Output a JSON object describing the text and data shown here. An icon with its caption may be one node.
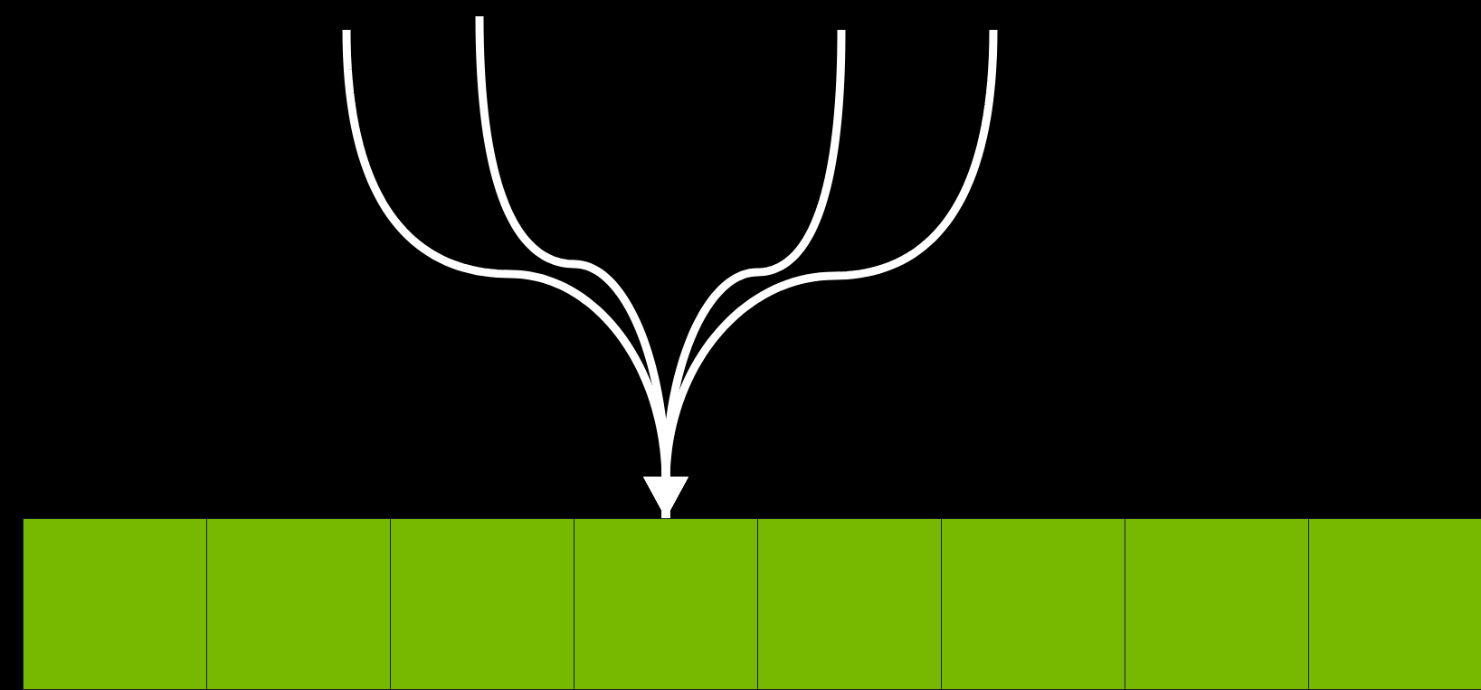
{
  "diagram": {
    "nodes": [
      {
        "text": [],
        "shape": "box"
      },
      {
        "text": [],
        "shape": "box"
      },
      {
        "text": [],
        "shape": "box"
      },
      {
        "text": [],
        "shape": "box"
      },
      {
        "text": [],
        "shape": "box"
      },
      {
        "text": [],
        "shape": "box"
      },
      {
        "text": [],
        "shape": "box"
      },
      {
        "text": [],
        "shape": "box"
      }
    ],
    "edges": [
      {
        "from": null,
        "to": 3,
        "arrow": "to"
      },
      {
        "from": null,
        "to": 3,
        "arrow": "to"
      },
      {
        "from": null,
        "to": 3,
        "arrow": "to"
      },
      {
        "from": null,
        "to": 3,
        "arrow": "to"
      }
    ]
  }
}
